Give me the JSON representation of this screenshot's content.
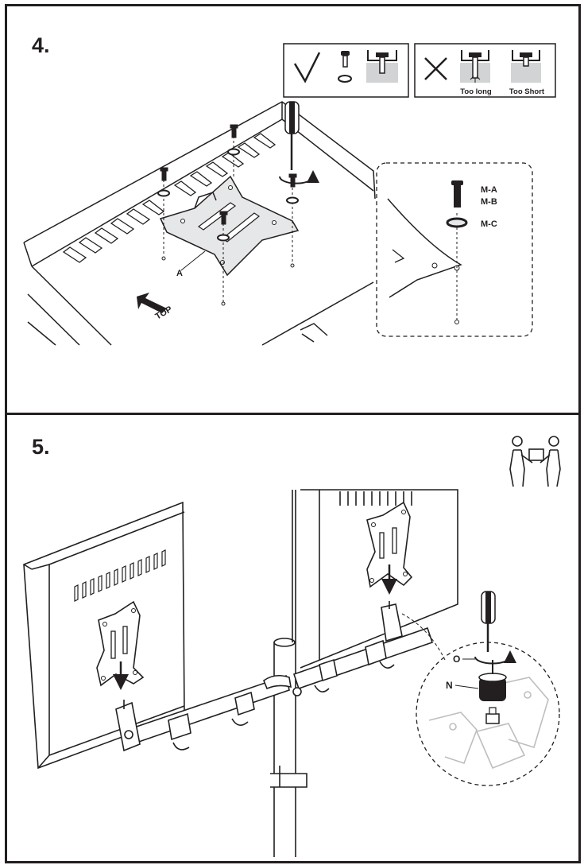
{
  "step4": {
    "number": "4.",
    "legend_bad": {
      "too_long": "Too long",
      "too_short": "Too Short"
    },
    "callout": {
      "screw_label_1": "M-A",
      "screw_label_2": "M-B",
      "washer_label": "M-C"
    },
    "plate_label": "A",
    "direction_label": "TOP"
  },
  "step5": {
    "number": "5.",
    "screw_label": "O",
    "knob_label": "N"
  },
  "colors": {
    "ink": "#231f20",
    "plate_fill": "#e6e7e8",
    "highlight": "#d1d3d4"
  }
}
